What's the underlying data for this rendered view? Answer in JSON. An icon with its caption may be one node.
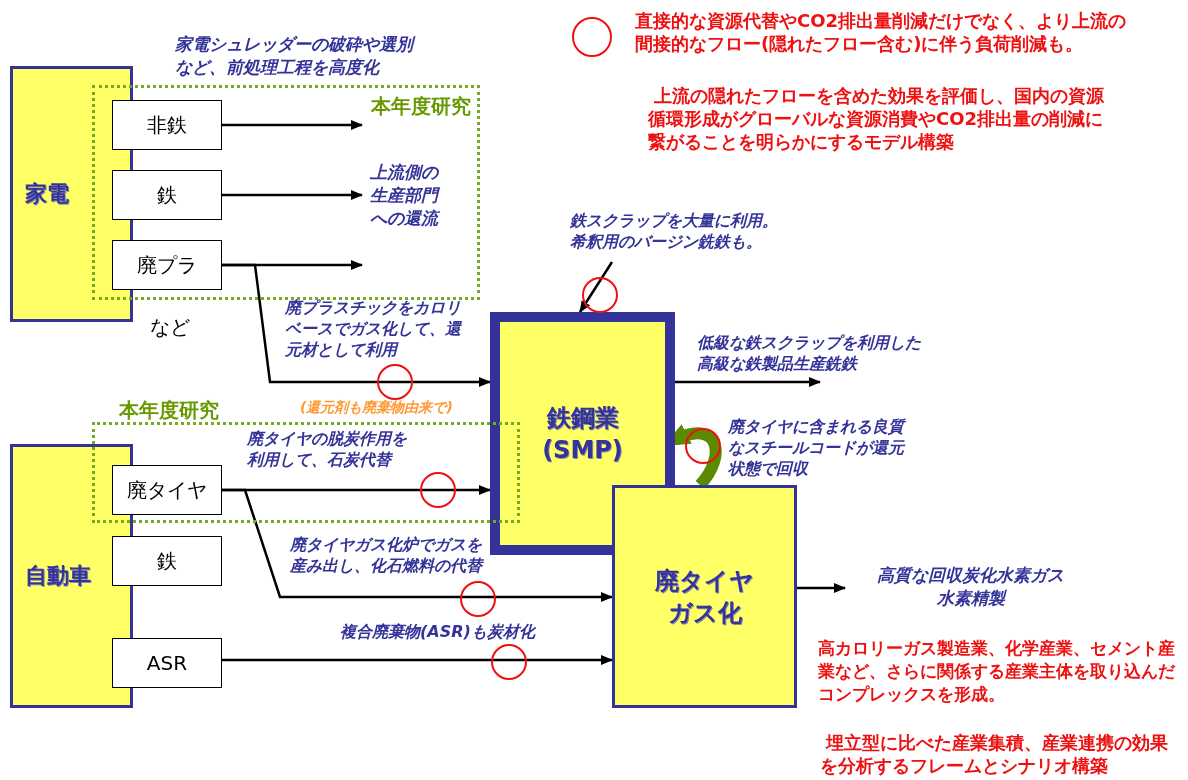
{
  "diagram": {
    "nodes": [
      {
        "text": [
          "家電"
        ]
      },
      {
        "text": [
          "本年度研究"
        ]
      },
      {
        "text": [
          "非鉄"
        ],
        "in": 1
      },
      {
        "text": [
          "鉄"
        ],
        "in": 1
      },
      {
        "text": [
          "廃プラ"
        ],
        "in": 1
      },
      {
        "text": [
          "上流側の生産部門への還流"
        ],
        "in": 1
      },
      {
        "text": [
          "鉄スクラップを大量に利用。希釈用のバージン銑鉄も。"
        ]
      },
      {
        "text": [
          "鉄鋼業 (SMP)"
        ]
      },
      {
        "text": [
          "本年度研究"
        ]
      },
      {
        "text": [
          "自動車"
        ]
      },
      {
        "text": [
          "廃タイヤ"
        ],
        "in": 8
      },
      {
        "text": [
          "鉄"
        ]
      },
      {
        "text": [
          "ASR"
        ]
      },
      {
        "text": [
          "廃タイヤガス化"
        ]
      }
    ],
    "edges": [
      {
        "from": 2,
        "to": 5,
        "arrow": "to"
      },
      {
        "from": 3,
        "to": 5,
        "arrow": "to"
      },
      {
        "from": 4,
        "to": 5,
        "arrow": "to"
      },
      {
        "from": 4,
        "to": 7,
        "arrow": "to",
        "label": "廃プラスチックをカロリベースでガス化して、還元材として利用"
      },
      {
        "from": 6,
        "to": 7,
        "arrow": "to"
      },
      {
        "from": 7,
        "to": null,
        "arrow": "to",
        "label": "低級な鉄スクラップを利用した高級な鉄製品生産銑鉄"
      },
      {
        "from": 13,
        "to": 7,
        "arrow": "to",
        "style": "thick",
        "color": "#5b8a00",
        "label": "廃タイヤに含まれる良質なスチールコードが還元状態で回収"
      },
      {
        "from": 10,
        "to": 7,
        "arrow": "to",
        "label": "廃タイヤの脱炭作用を利用して、石炭代替"
      },
      {
        "from": 10,
        "to": 13,
        "arrow": "to",
        "label": "廃タイヤガス化炉でガスを産み出し、化石燃料の代替"
      },
      {
        "from": 12,
        "to": 13,
        "arrow": "to",
        "label": "複合廃棄物(ASR)も炭材化"
      },
      {
        "from": 13,
        "to": null,
        "arrow": "to",
        "label": "高質な回収炭化水素ガス水素精製"
      }
    ],
    "labels": [
      "家電シュレッダーの破砕や選別など、前処理工程を高度化",
      "など",
      "(還元剤も廃棄物由来で)",
      "上流の隠れたフローを含めた効果を評価し、国内の資源循環形成がグローバルな資源消費やCO2排出量の削減に繋がることを明らかにするモデル構築",
      "高カロリーガス製造業、化学産業、セメント産業など、さらに関係する産業主体を取り込んだコンプレックスを形成。",
      "埋立型に比べた産業集積、産業連携の効果を分析するフレームとシナリオ構築"
    ],
    "legend": [
      {
        "text": "直接的な資源代替やCO2排出量削減だけでなく、より上流の間接的なフロー(隠れたフロー含む)に伴う負荷削減も。"
      }
    ]
  }
}
